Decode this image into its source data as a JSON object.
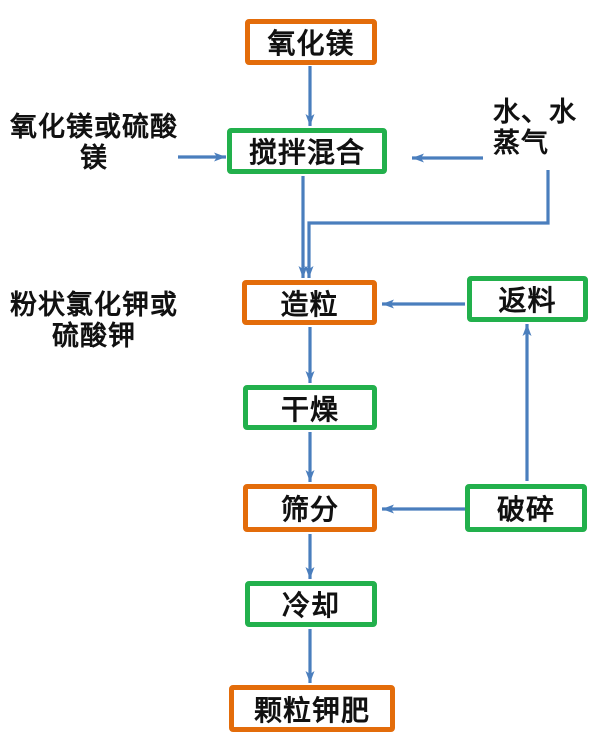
{
  "colors": {
    "box_orange": "#E36C0A",
    "box_green": "#22B04C",
    "arrow_blue": "#4A7EBD",
    "text": "#111111",
    "background": "#FFFFFF"
  },
  "nodes": {
    "magnesium_oxide": "氧化镁",
    "mixing": "搅拌混合",
    "granulation": "造粒",
    "drying": "干燥",
    "screening": "筛分",
    "cooling": "冷却",
    "product": "颗粒钾肥",
    "return_material": "返料",
    "crushing": "破碎"
  },
  "side_labels": {
    "mg_source_line1": "氧化镁或硫酸",
    "mg_source_line2": "镁",
    "water_line1": "水、水",
    "water_line2": "蒸气",
    "k_source_line1": "粉状氯化钾或",
    "k_source_line2": "硫酸钾"
  },
  "edges": [
    {
      "from": "氧化镁",
      "to": "搅拌混合"
    },
    {
      "from": "氧化镁或硫酸镁",
      "to": "搅拌混合"
    },
    {
      "from": "水、水蒸气",
      "to": "搅拌混合"
    },
    {
      "from": "搅拌混合",
      "to": "造粒"
    },
    {
      "from": "水、水蒸气",
      "to": "造粒"
    },
    {
      "from": "返料",
      "to": "造粒"
    },
    {
      "from": "造粒",
      "to": "干燥"
    },
    {
      "from": "干燥",
      "to": "筛分"
    },
    {
      "from": "破碎",
      "to": "筛分"
    },
    {
      "from": "破碎",
      "to": "返料"
    },
    {
      "from": "筛分",
      "to": "冷却"
    },
    {
      "from": "冷却",
      "to": "颗粒钾肥"
    }
  ]
}
